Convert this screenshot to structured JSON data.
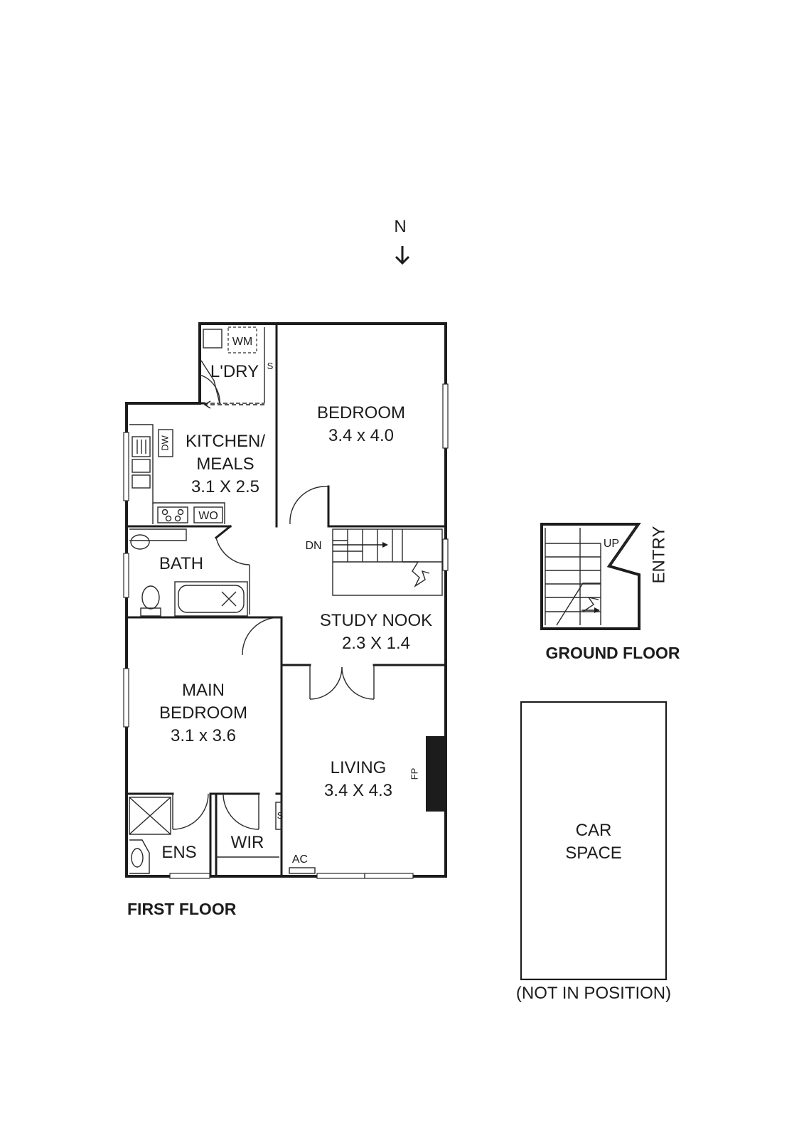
{
  "compass": {
    "label": "N"
  },
  "first_floor": {
    "title": "FIRST FLOOR",
    "rooms": {
      "laundry": {
        "name": "L'DRY"
      },
      "bedroom": {
        "name": "BEDROOM",
        "size": "3.4 x 4.0"
      },
      "kitchen": {
        "name_line1": "KITCHEN/",
        "name_line2": "MEALS",
        "size": "3.1 X 2.5"
      },
      "bath": {
        "name": "BATH"
      },
      "study": {
        "name": "STUDY NOOK",
        "size": "2.3 X 1.4"
      },
      "main_bedroom": {
        "name_line1": "MAIN",
        "name_line2": "BEDROOM",
        "size": "3.1 x 3.6"
      },
      "living": {
        "name": "LIVING",
        "size": "3.4 X 4.3"
      },
      "ensuite": {
        "name": "ENS"
      },
      "wir": {
        "name": "WIR"
      }
    },
    "fixtures": {
      "washing_machine": "WM",
      "storage_laundry": "S",
      "dishwasher": "DW",
      "wall_oven": "WO",
      "stairs_down": "DN",
      "fireplace": "FP",
      "storage_wir": "S",
      "air_conditioner": "AC"
    }
  },
  "ground_floor": {
    "title": "GROUND FLOOR",
    "stairs_up": "UP",
    "entry": "ENTRY"
  },
  "car_space": {
    "line1": "CAR",
    "line2": "SPACE",
    "note": "(NOT IN POSITION)"
  }
}
